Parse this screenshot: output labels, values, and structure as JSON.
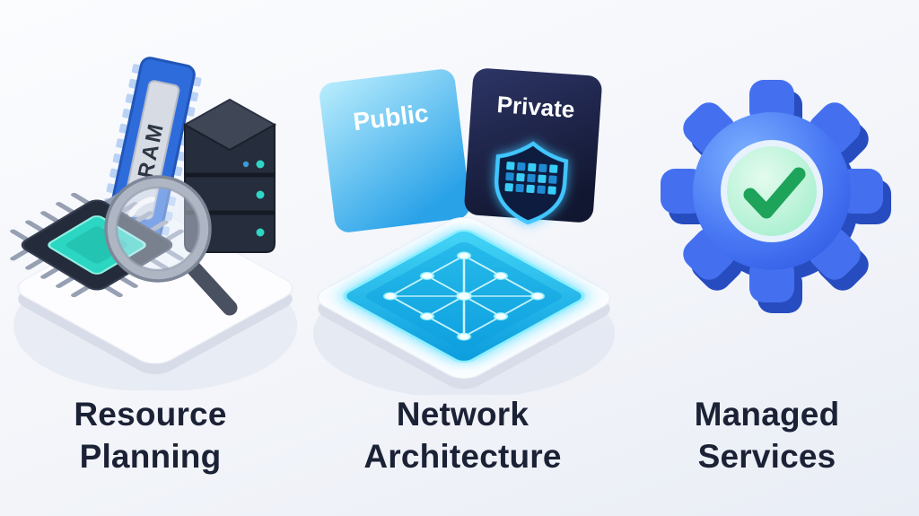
{
  "page": {
    "type": "infographic",
    "background_top": "#fbfcfe",
    "background_bottom": "#e9edf5"
  },
  "sections": [
    {
      "id": "resource-planning",
      "title_line1": "Resource",
      "title_line2": "Planning",
      "icons": [
        "cpu-chip-icon",
        "ram-stick-icon",
        "server-icon",
        "magnifier-icon"
      ]
    },
    {
      "id": "network-architecture",
      "title_line1": "Network",
      "title_line2": "Architecture",
      "icons": [
        "public-card",
        "private-card",
        "shield-icon",
        "network-grid-icon"
      ]
    },
    {
      "id": "managed-services",
      "title_line1": "Managed",
      "title_line2": "Services",
      "icons": [
        "gear-icon",
        "checkmark-icon"
      ]
    }
  ],
  "resource_scene": {
    "ram_label": "RAM"
  },
  "network_scene": {
    "public_label": "Public",
    "private_label": "Private"
  },
  "colors": {
    "title_text": "#1c2236",
    "public_card_top": "#b9edfd",
    "public_card_bottom": "#2aa2e8",
    "private_card": "#1a2048",
    "platform_glow": "#14b2e9",
    "shield_outline": "#41c6ff",
    "cpu_teal": "#2bd6c2",
    "ram_blue": "#2e6cdc",
    "gear_blue": "#2f5ce8",
    "check_green": "#1ea35a"
  }
}
